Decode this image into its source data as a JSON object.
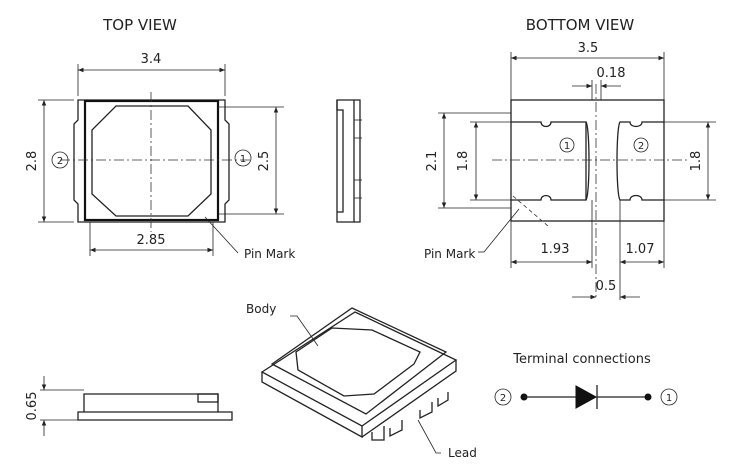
{
  "views": {
    "top_view_title": "TOP VIEW",
    "bottom_view_title": "BOTTOM VIEW"
  },
  "top_view": {
    "dim_width": "3.4",
    "dim_height": "2.8",
    "dim_inner_height": "2.5",
    "dim_inner_width": "2.85",
    "pin_left": "2",
    "pin_right": "1",
    "pin_mark_label": "Pin Mark"
  },
  "bottom_view": {
    "dim_width": "3.5",
    "dim_gap": "0.18",
    "dim_height": "2.1",
    "dim_left_pad_height": "1.8",
    "dim_right_pad_height": "1.8",
    "dim_left_pad_width": "1.93",
    "dim_right_pad_width": "1.07",
    "dim_pad_spacing": "0.5",
    "pin_left_pad": "1",
    "pin_right_pad": "2",
    "pin_mark_label": "Pin Mark"
  },
  "side_view": {
    "dim_thickness": "0.65"
  },
  "iso_view": {
    "body_label": "Body",
    "lead_label": "Lead"
  },
  "terminal": {
    "title": "Terminal connections",
    "pin_anode": "2",
    "pin_cathode": "1"
  }
}
